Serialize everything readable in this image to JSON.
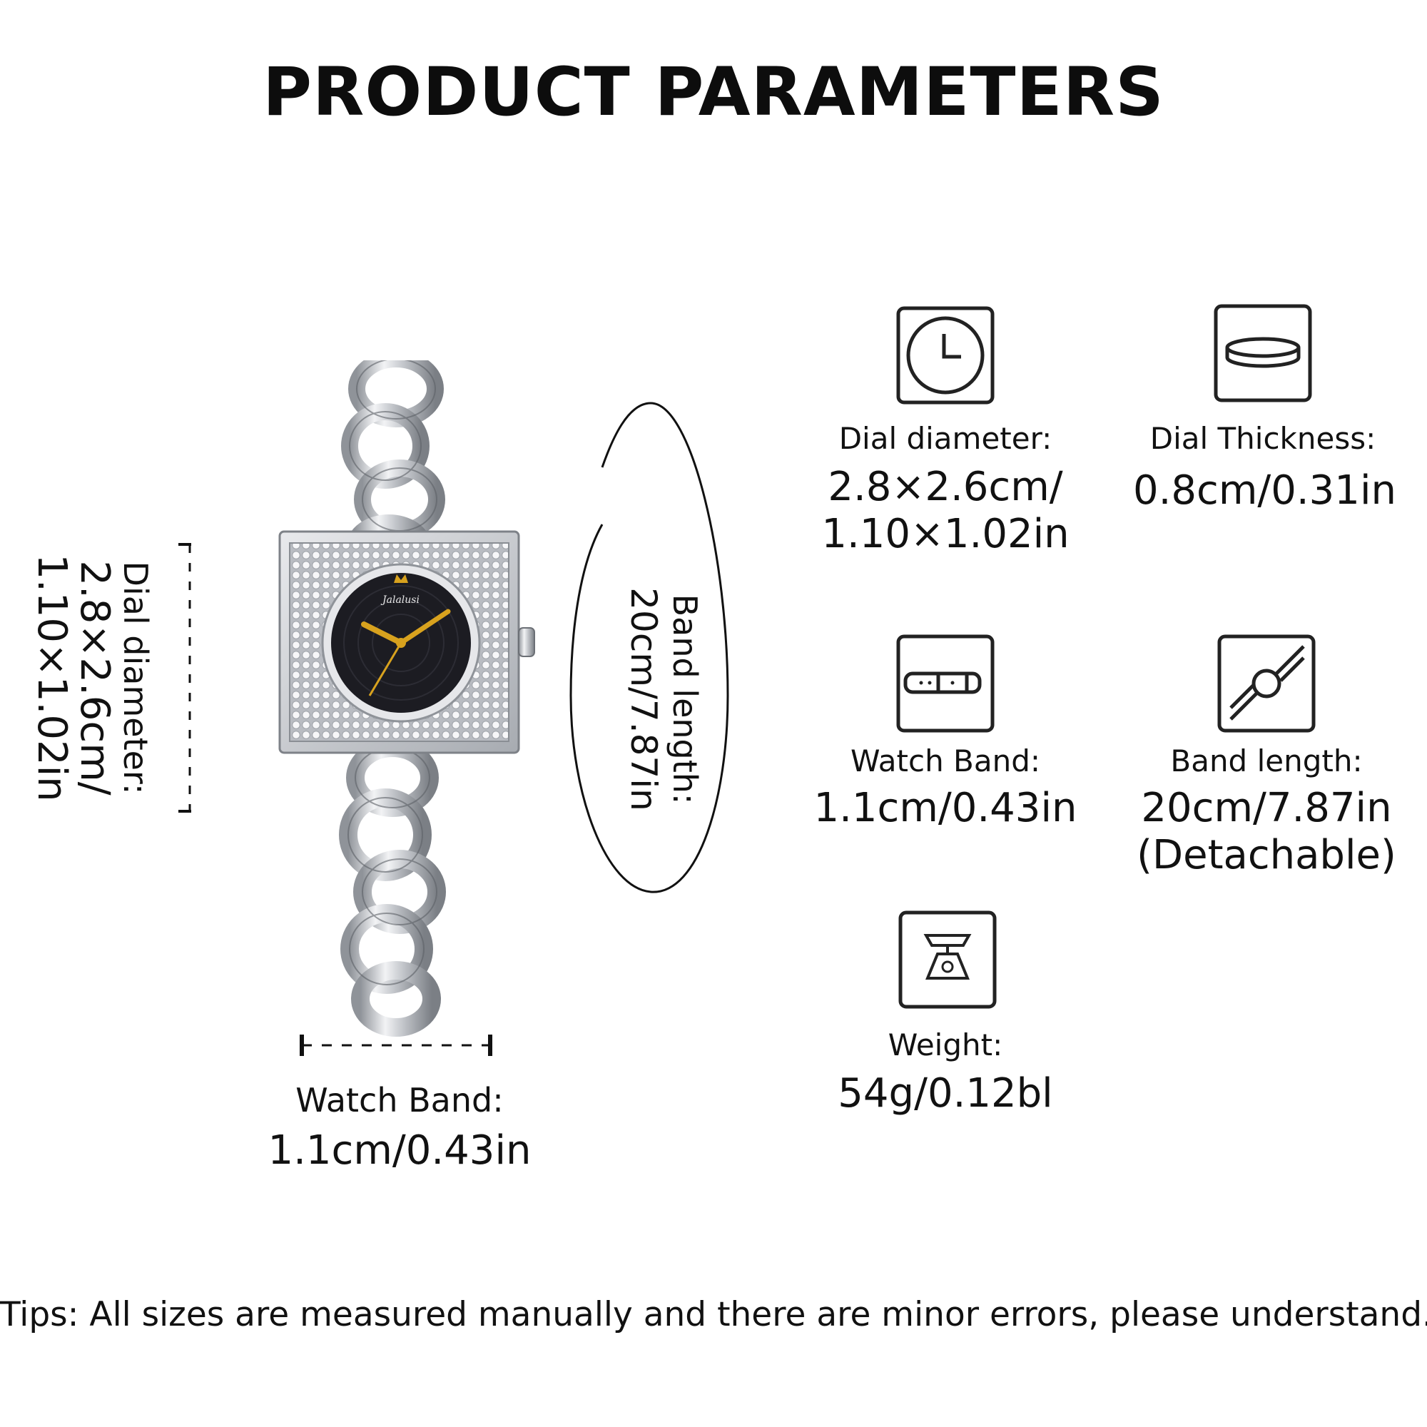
{
  "title": "PRODUCT PARAMETERS",
  "left_annotation": {
    "label": "Dial diameter:",
    "value_line1": "2.8×2.6cm/",
    "value_line2": "1.10×1.02in"
  },
  "band_annotation": {
    "label": "Band length:",
    "value": "20cm/7.87in"
  },
  "bottom_annotation": {
    "label": "Watch Band:",
    "value": "1.1cm/0.43in"
  },
  "watch": {
    "brand": "Jalalusi",
    "dial_color": "#1c1c22",
    "hand_color": "#d8a21e",
    "metal_color": "#c9ccd2"
  },
  "specs": {
    "dial_diameter": {
      "icon": "clock-icon",
      "label": "Dial diameter:",
      "value_line1": "2.8×2.6cm/",
      "value_line2": "1.10×1.02in"
    },
    "dial_thickness": {
      "icon": "thickness-icon",
      "label": "Dial Thickness:",
      "value_line1": "0.8cm/0.31in"
    },
    "watch_band": {
      "icon": "strap-icon",
      "label": "Watch Band:",
      "value_line1": "1.1cm/0.43in"
    },
    "band_length": {
      "icon": "band-length-icon",
      "label": "Band length:",
      "value_line1": "20cm/7.87in",
      "value_line2": "(Detachable)"
    },
    "weight": {
      "icon": "scale-icon",
      "label": "Weight:",
      "value_line1": "54g/0.12bl"
    }
  },
  "tips": "Tips: All sizes are measured manually and there are minor errors, please understand."
}
